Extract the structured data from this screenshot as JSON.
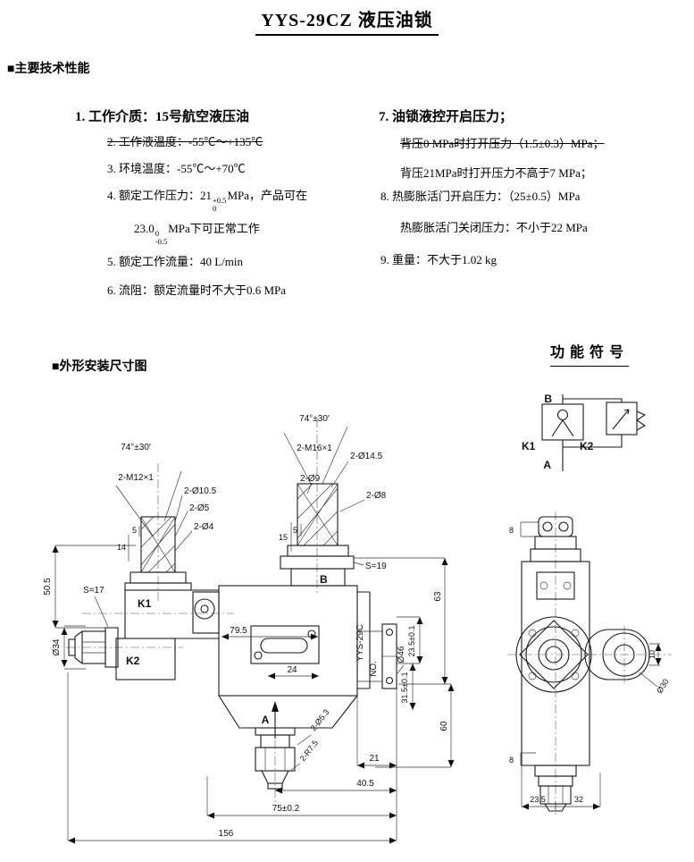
{
  "title": "YYS-29CZ  液压油锁",
  "specs": {
    "heading": "■主要技术性能",
    "item1": "1. 工作介质：15号航空液压油",
    "item2": "2. 工作液温度：-55℃～+135℃",
    "item3": "3. 环境温度：-55℃～+70℃",
    "item4_pre": "4. 额定工作压力：21",
    "item4_sup": "+0.5",
    "item4_sub": "0",
    "item4_post": "MPa，产品可在",
    "item4b_pre": "23.0",
    "item4b_sup": "0",
    "item4b_sub": "-0.5",
    "item4b_post": "MPa下可正常工作",
    "item5": "5. 额定工作流量：40 L/min",
    "item6": "6. 流阻：额定流量时不大于0.6 MPa",
    "item7": "7. 油锁液控开启压力；",
    "item7a": "背压0 MPa时打开压力（1.5±0.3）MPa；",
    "item7b": "背压21MPa时打开压力不高于7 MPa；",
    "item8": "8. 热膨胀活门开启压力：（25±0.5）MPa",
    "item8b": "热膨胀活门关闭压力：不小于22 MPa",
    "item9": "9. 重量：不大于1.02 kg"
  },
  "drawing": {
    "heading": "■外形安装尺寸图",
    "symbol_heading": "功能符号",
    "labels": {
      "sym_b": "B",
      "sym_a": "A",
      "sym_k1": "K1",
      "sym_k2": "K2",
      "b": "B",
      "a": "A",
      "k1": "K1",
      "k2": "K2",
      "model": "YYS-29C",
      "no": "NO."
    },
    "dims": {
      "angle_left": "74°±30′",
      "angle_top": "74°±30′",
      "thread_left": "2-M12×1",
      "thread_top": "2-M16×1",
      "d14_5": "2-Ø14.5",
      "d10_5": "2-Ø10.5",
      "d9": "2-Ø9",
      "d8": "2-Ø8",
      "d5": "2-Ø5",
      "d4": "2-Ø4",
      "h14": "14",
      "h5_left": "5",
      "h15": "15",
      "h5_top": "5",
      "s17": "S=17",
      "s19": "S=19",
      "v50_5": "50.5",
      "d34": "Ø34",
      "w79_5": "79.5",
      "w24": "24",
      "d46": "Ø46",
      "v63": "63",
      "v23_5": "23.5±0.1",
      "v31_5": "31.5±0.1",
      "v60": "60",
      "d5_3": "2-Ø5.3",
      "r7_5": "2-R7.5",
      "w21": "21",
      "w40_5": "40.5",
      "w75": "75±0.2",
      "w156": "156",
      "s8_top": "8",
      "s8_bot": "8",
      "s10": "10",
      "d30": "Ø30",
      "s23_5": "23.5",
      "s32": "32"
    }
  }
}
